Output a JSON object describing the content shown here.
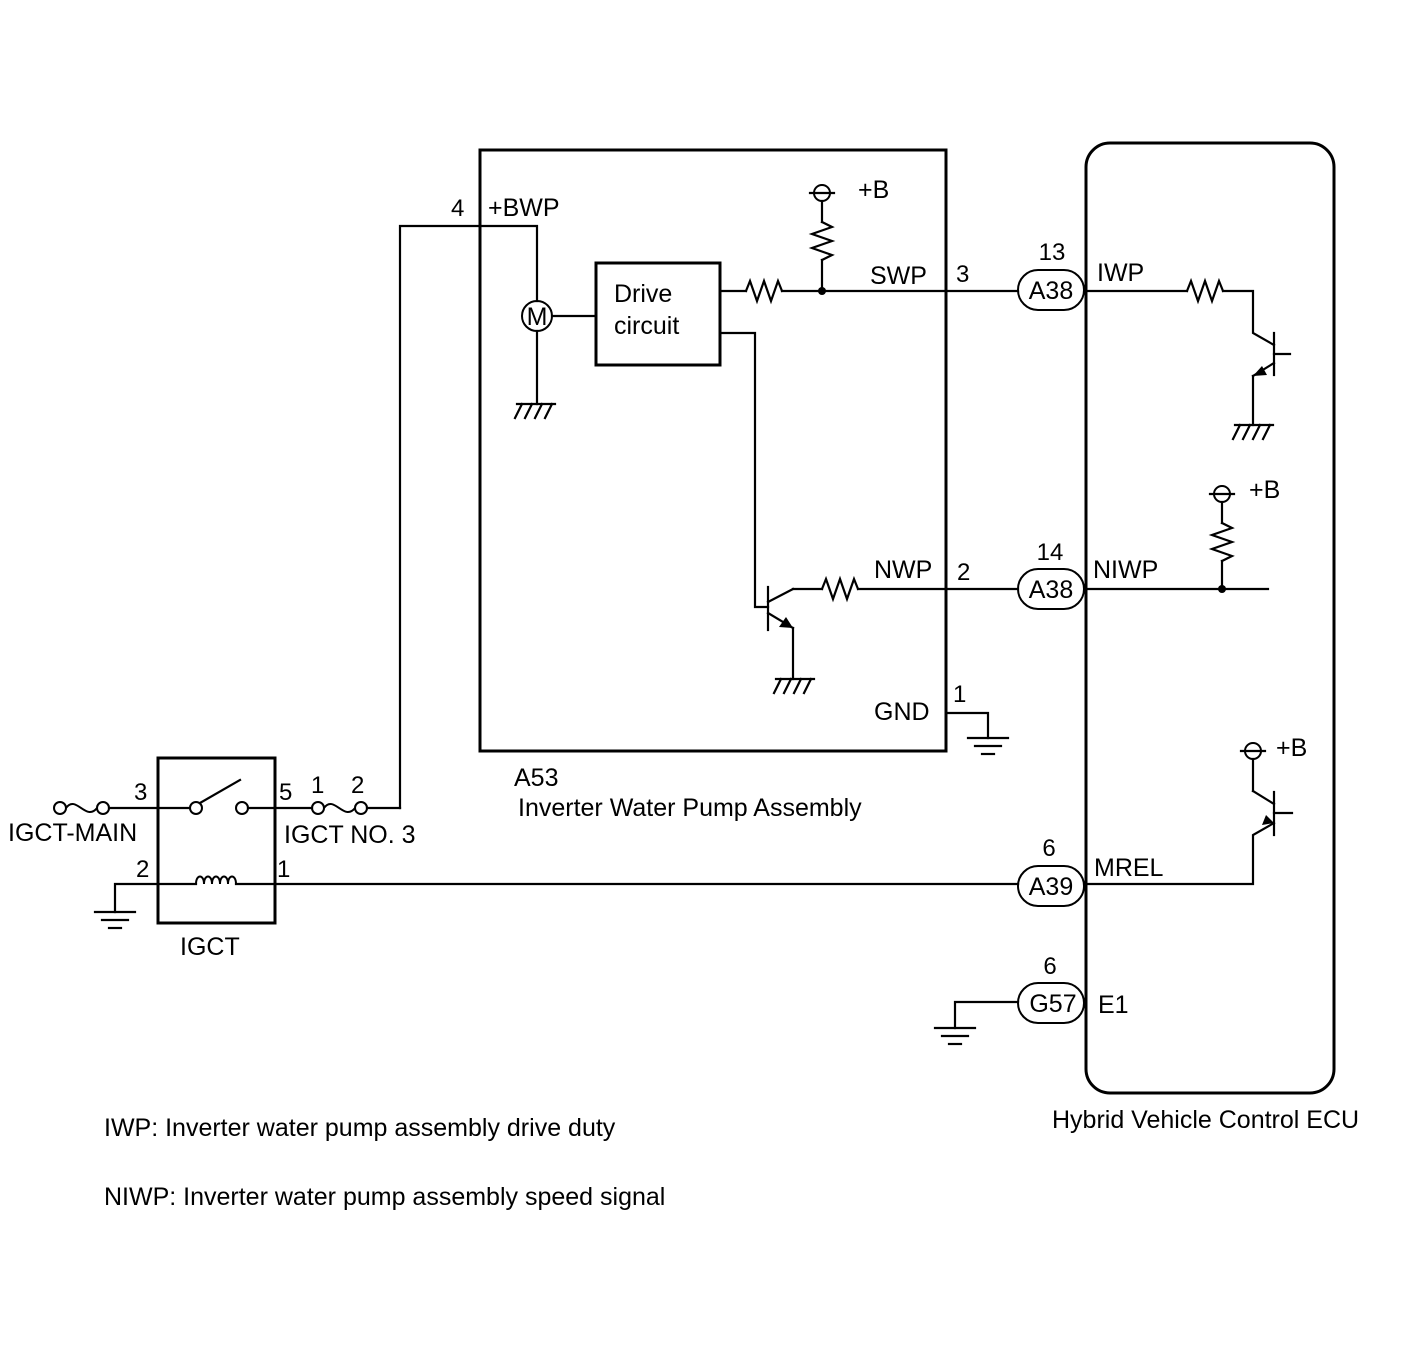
{
  "pump": {
    "code": "A53",
    "name": "Inverter Water Pump Assembly",
    "drive_line1": "Drive",
    "drive_line2": "circuit",
    "motor": "M",
    "plus_b": "+B",
    "pins": {
      "bwp_num": "4",
      "bwp_name": "+BWP",
      "swp_name": "SWP",
      "swp_num": "3",
      "nwp_name": "NWP",
      "nwp_num": "2",
      "gnd_name": "GND",
      "gnd_num": "1"
    }
  },
  "ecu": {
    "name": "Hybrid Vehicle Control ECU",
    "plus_b": "+B",
    "connectors": [
      {
        "num": "13",
        "code": "A38",
        "signal": "IWP"
      },
      {
        "num": "14",
        "code": "A38",
        "signal": "NIWP"
      },
      {
        "num": "6",
        "code": "A39",
        "signal": "MREL"
      },
      {
        "num": "6",
        "code": "G57",
        "signal": "E1"
      }
    ]
  },
  "relay": {
    "name": "IGCT",
    "pin3": "3",
    "pin5": "5",
    "pin2": "2",
    "pin1": "1"
  },
  "fuses": {
    "main": "IGCT-MAIN",
    "no3": "IGCT NO. 3",
    "no3_pin1": "1",
    "no3_pin2": "2"
  },
  "notes": [
    "IWP: Inverter water pump assembly drive duty",
    "NIWP: Inverter water pump assembly speed signal"
  ]
}
